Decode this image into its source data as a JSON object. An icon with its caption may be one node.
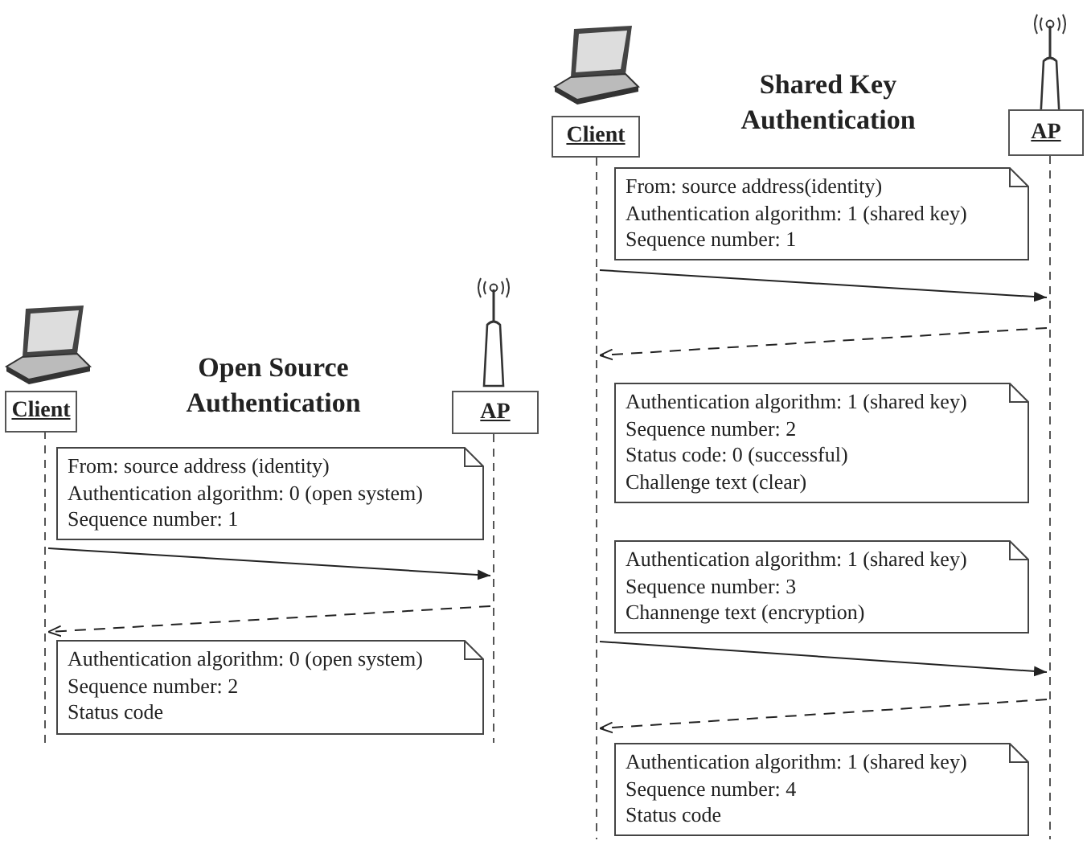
{
  "diagram": {
    "nodes": [
      {
        "text": [
          "Client"
        ]
      },
      {
        "text": [
          "AP"
        ]
      },
      {
        "text": [
          "From: source address (identity)",
          "Authentication algorithm: 0 (open system)",
          "Sequence number: 1"
        ]
      },
      {
        "text": [
          "Authentication algorithm: 0 (open system)",
          "Sequence number: 2",
          "Status code"
        ]
      },
      {
        "text": [
          "Client"
        ]
      },
      {
        "text": [
          "AP"
        ]
      },
      {
        "text": [
          "From: source address(identity)",
          "Authentication algorithm: 1 (shared key)",
          "Sequence number: 1"
        ]
      },
      {
        "text": [
          "Authentication algorithm: 1 (shared key)",
          "Sequence number: 2",
          "Status code: 0 (successful)",
          "Challenge text (clear)"
        ]
      },
      {
        "text": [
          "Authentication algorithm: 1 (shared key)",
          "Sequence number: 3",
          "Channenge text (encryption)"
        ]
      },
      {
        "text": [
          "Authentication algorithm: 1 (shared key)",
          "Sequence number: 4",
          "Status code"
        ]
      },
      {
        "text": [],
        "shape": "line"
      },
      {
        "text": [],
        "shape": "line"
      },
      {
        "text": [],
        "shape": "line"
      },
      {
        "text": [],
        "shape": "line"
      }
    ],
    "edges": [
      {
        "from": 10,
        "to": 11,
        "arrow": "to"
      },
      {
        "from": 11,
        "to": 10,
        "arrow": "to",
        "style": "dashed"
      },
      {
        "from": 12,
        "to": 13,
        "arrow": "to"
      },
      {
        "from": 13,
        "to": 12,
        "arrow": "to",
        "style": "dashed"
      },
      {
        "from": 12,
        "to": 13,
        "arrow": "to"
      },
      {
        "from": 13,
        "to": 12,
        "arrow": "to",
        "style": "dashed"
      }
    ],
    "labels": [
      "Shared Key Authentication",
      "Open Source Authentication"
    ]
  }
}
